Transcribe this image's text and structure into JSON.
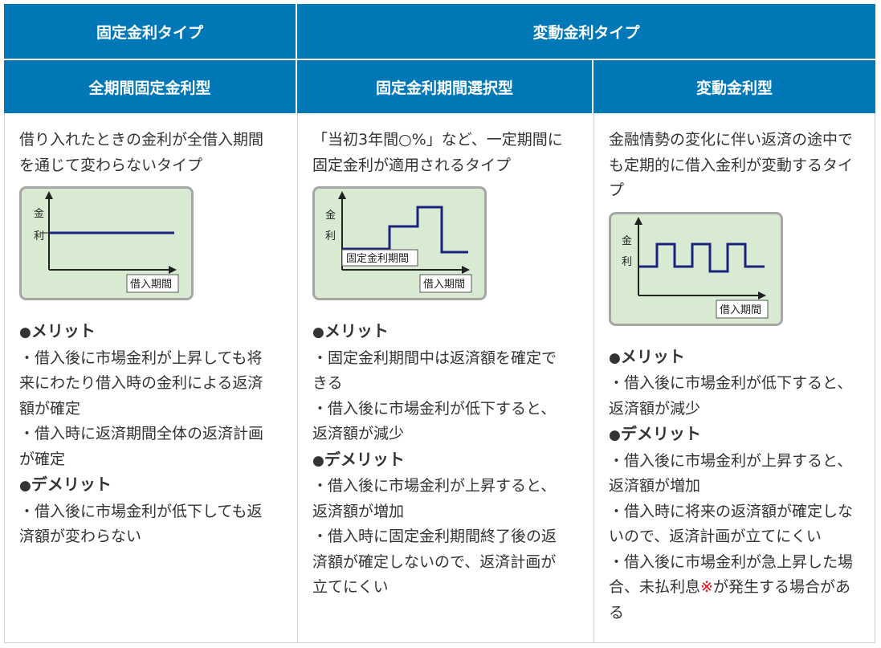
{
  "header": {
    "fixed_group": "固定金利タイプ",
    "variable_group": "変動金利タイプ",
    "col1": "全期間固定金利型",
    "col2": "固定金利期間選択型",
    "col3": "変動金利型"
  },
  "columns": [
    {
      "description": "借り入れたときの金利が全借入期間を通じて変わらないタイプ",
      "chart": {
        "y_label_1": "金",
        "y_label_2": "利",
        "x_label": "借入期間",
        "pattern": "flat"
      },
      "merit_title": "メリット",
      "merits": [
        "・借入後に市場金利が上昇しても将来にわたり借入時の金利による返済額が確定",
        "・借入時に返済期間全体の返済計画が確定"
      ],
      "demerit_title": "デメリット",
      "demerits": [
        "・借入後に市場金利が低下しても返済額が変わらない"
      ]
    },
    {
      "description": "「当初3年間○%」など、一定期間に固定金利が適用されるタイプ",
      "chart": {
        "y_label_1": "金",
        "y_label_2": "利",
        "x_label": "借入期間",
        "period_label": "固定金利期間",
        "pattern": "step"
      },
      "merit_title": "メリット",
      "merits": [
        "・固定金利期間中は返済額を確定できる",
        "・借入後に市場金利が低下すると、返済額が減少"
      ],
      "demerit_title": "デメリット",
      "demerits": [
        "・借入後に市場金利が上昇すると、返済額が増加",
        "・借入時に固定金利期間終了後の返済額が確定しないので、返済計画が立てにくい"
      ]
    },
    {
      "description": "金融情勢の変化に伴い返済の途中でも定期的に借入金利が変動するタイプ",
      "chart": {
        "y_label_1": "金",
        "y_label_2": "利",
        "x_label": "借入期間",
        "pattern": "periodic"
      },
      "merit_title": "メリット",
      "merits": [
        "・借入後に市場金利が低下すると、返済額が減少"
      ],
      "demerit_title": "デメリット",
      "demerits": [
        "・借入後に市場金利が上昇すると、返済額が増加",
        "・借入時に将来の返済額が確定しないので、返済計画が立てにくい"
      ],
      "last_demerit_pre": "・借入後に市場金利が急上昇した場合、未払利息",
      "last_demerit_mark": "※",
      "last_demerit_post": "が発生する場合がある"
    }
  ],
  "colors": {
    "header_bg": "#0078b7",
    "chart_bg": "#d9ead3",
    "chart_line": "#1a237e",
    "mark": "#e60012"
  }
}
